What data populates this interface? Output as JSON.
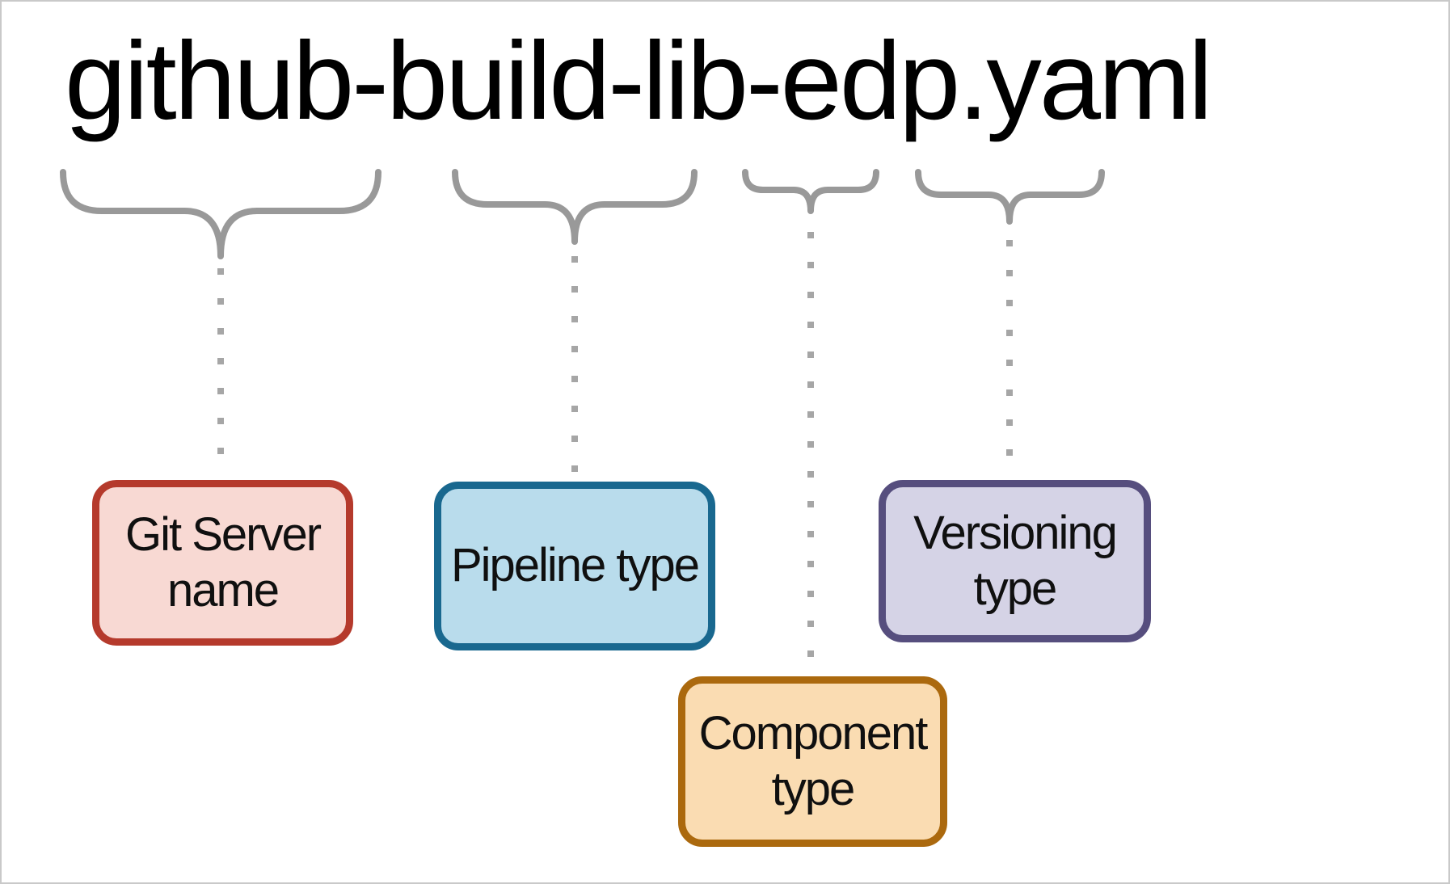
{
  "diagram": {
    "filename": "github-build-lib-edp.yaml",
    "labels": [
      {
        "text": "Git Server name",
        "segment": "github",
        "fill": "#f8d9d3",
        "border": "#b53a2c"
      },
      {
        "text": "Pipeline type",
        "segment": "build",
        "fill": "#b9dcec",
        "border": "#19688f"
      },
      {
        "text": "Component type",
        "segment": "lib",
        "fill": "#fadcb2",
        "border": "#ab690e"
      },
      {
        "text": "Versioning type",
        "segment": "edp",
        "fill": "#d5d3e6",
        "border": "#564e7e"
      }
    ],
    "colors": {
      "brace": "#999999",
      "dotted_line": "#a6a6a6",
      "title_text": "#000000",
      "label_text": "#101010",
      "frame_border": "#c9c9c9",
      "background": "#ffffff"
    }
  }
}
